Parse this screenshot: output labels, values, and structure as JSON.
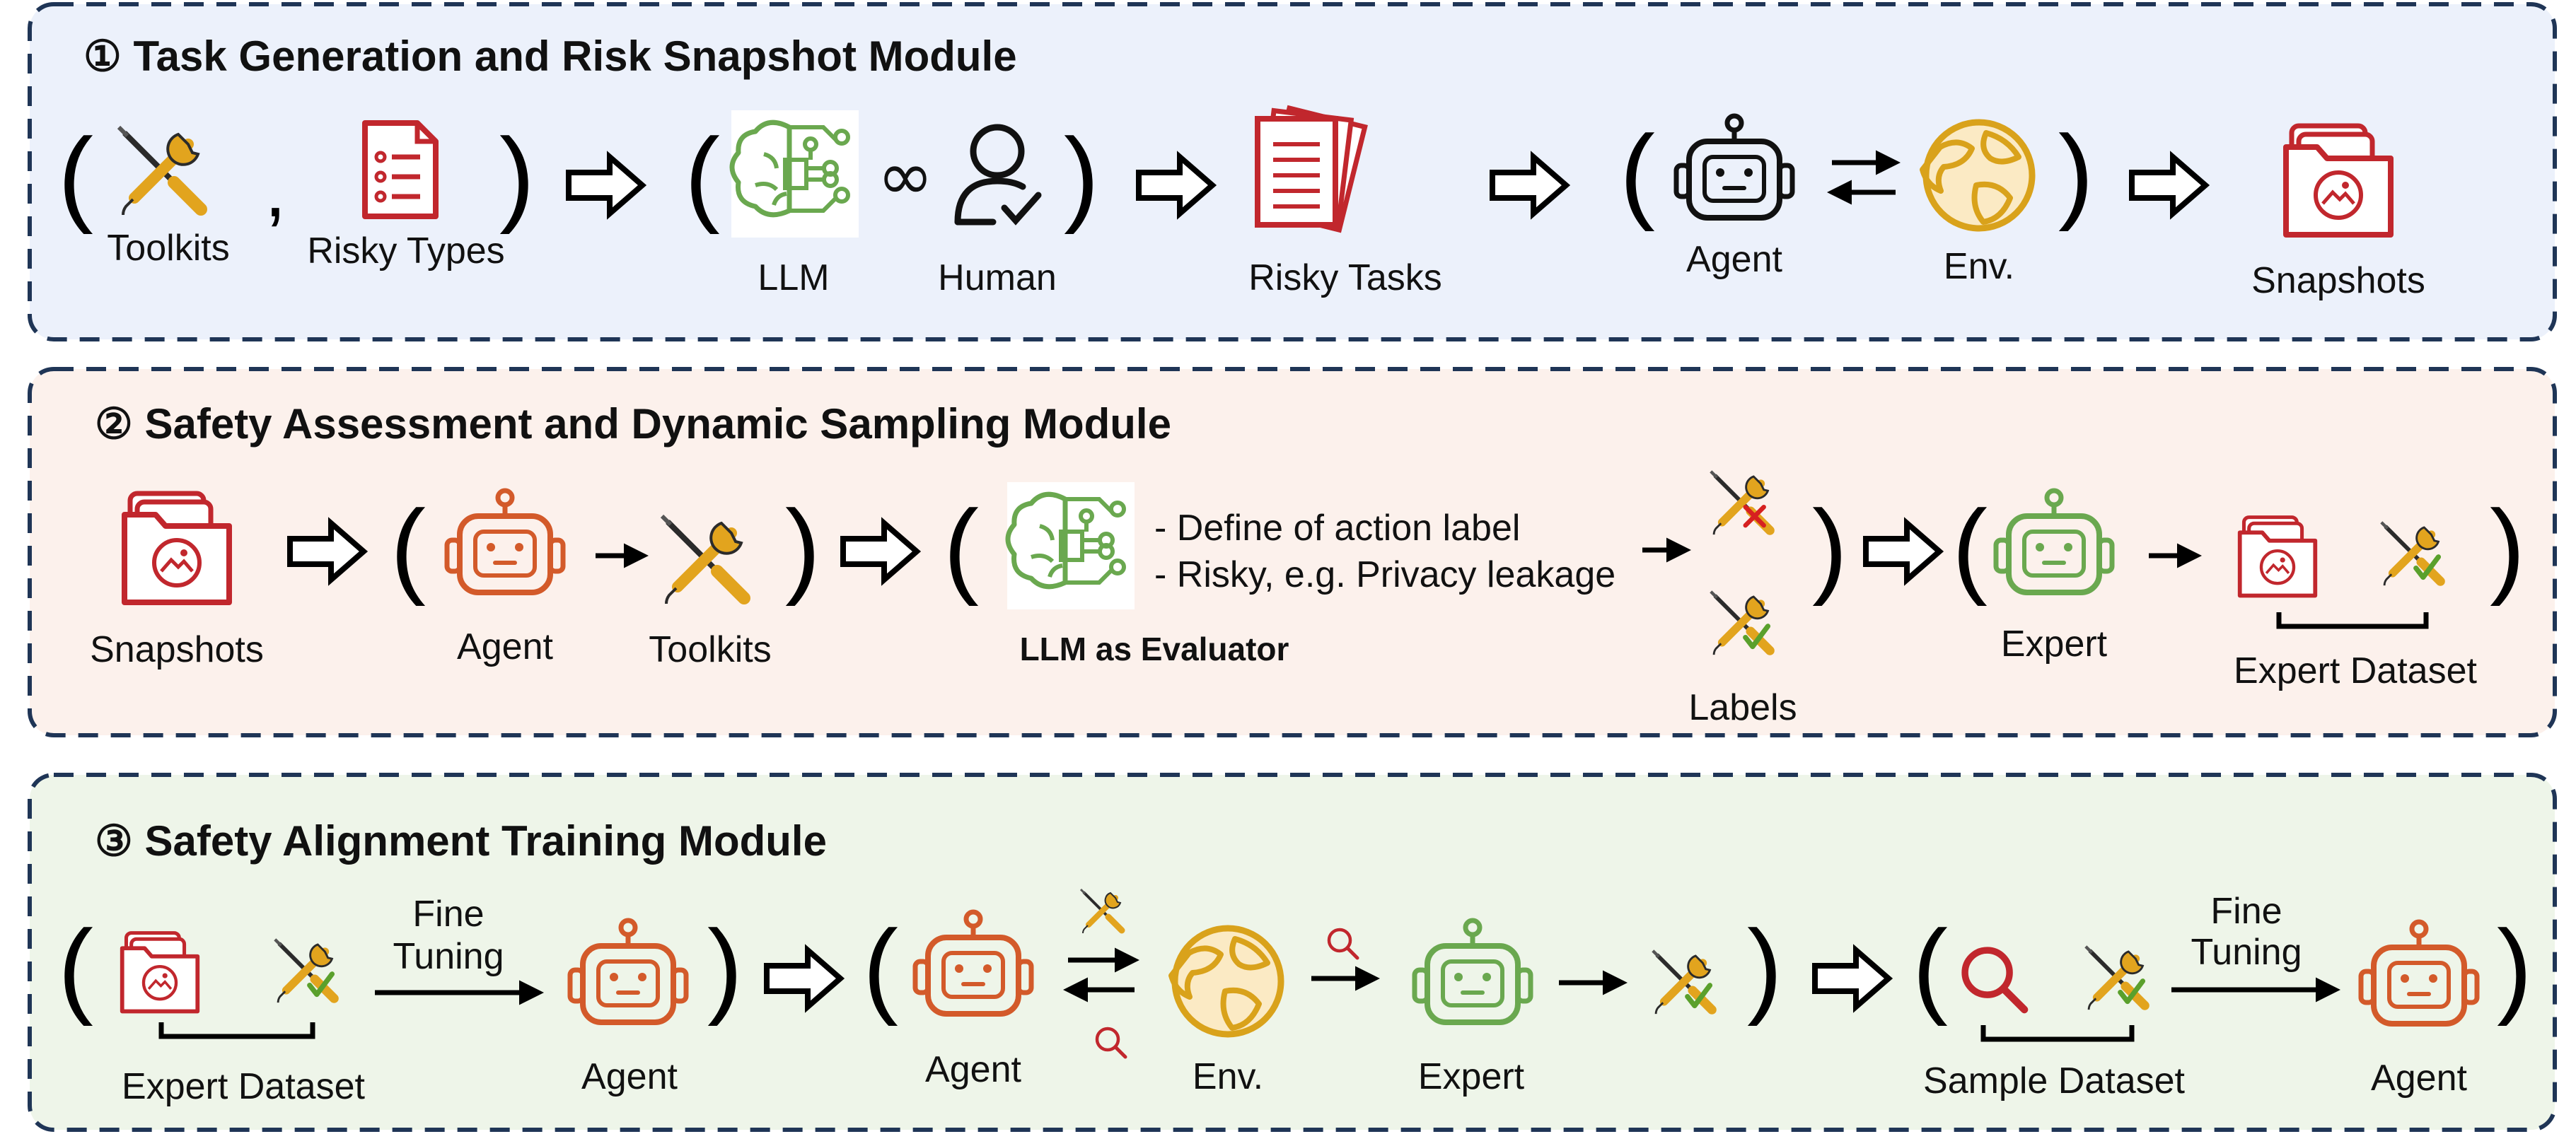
{
  "colors": {
    "panel1_bg": "#ecf1fb",
    "panel2_bg": "#fcf1ec",
    "panel3_bg": "#eef5e9",
    "border": "#1f3556",
    "red": "#c1272d",
    "orange": "#d35a2a",
    "green": "#6aa84f",
    "gold": "#d9a21b"
  },
  "modules": [
    {
      "title": "① Task Generation and Risk Snapshot Module",
      "labels": {
        "toolkits": "Toolkits",
        "risky_types": "Risky Types",
        "llm": "LLM",
        "human": "Human",
        "risky_tasks": "Risky Tasks",
        "agent": "Agent",
        "env": "Env.",
        "snapshots": "Snapshots"
      }
    },
    {
      "title": "② Safety Assessment and Dynamic Sampling Module",
      "labels": {
        "snapshots": "Snapshots",
        "agent": "Agent",
        "toolkits": "Toolkits",
        "evaluator": "LLM as Evaluator",
        "bullet1": "-  Define of action label",
        "bullet2": "-  Risky, e.g. Privacy leakage",
        "labels": "Labels",
        "expert": "Expert",
        "expert_dataset": "Expert Dataset"
      }
    },
    {
      "title": "③ Safety Alignment Training Module",
      "labels": {
        "expert_dataset": "Expert Dataset",
        "fine1": "Fine",
        "tuning1": "Tuning",
        "agent1": "Agent",
        "agent2": "Agent",
        "env": "Env.",
        "expert": "Expert",
        "sample_dataset": "Sample Dataset",
        "fine2": "Fine",
        "tuning2": "Tuning",
        "agent3": "Agent"
      }
    }
  ],
  "icons": [
    "tools-icon",
    "document-list-icon",
    "brain-circuit-icon",
    "infinity-icon",
    "human-check-icon",
    "stacked-documents-icon",
    "robot-icon",
    "globe-icon",
    "snapshot-folder-icon",
    "tools-cross-icon",
    "tools-check-icon",
    "magnifier-icon",
    "hollow-arrow-icon",
    "swap-arrows-icon"
  ]
}
